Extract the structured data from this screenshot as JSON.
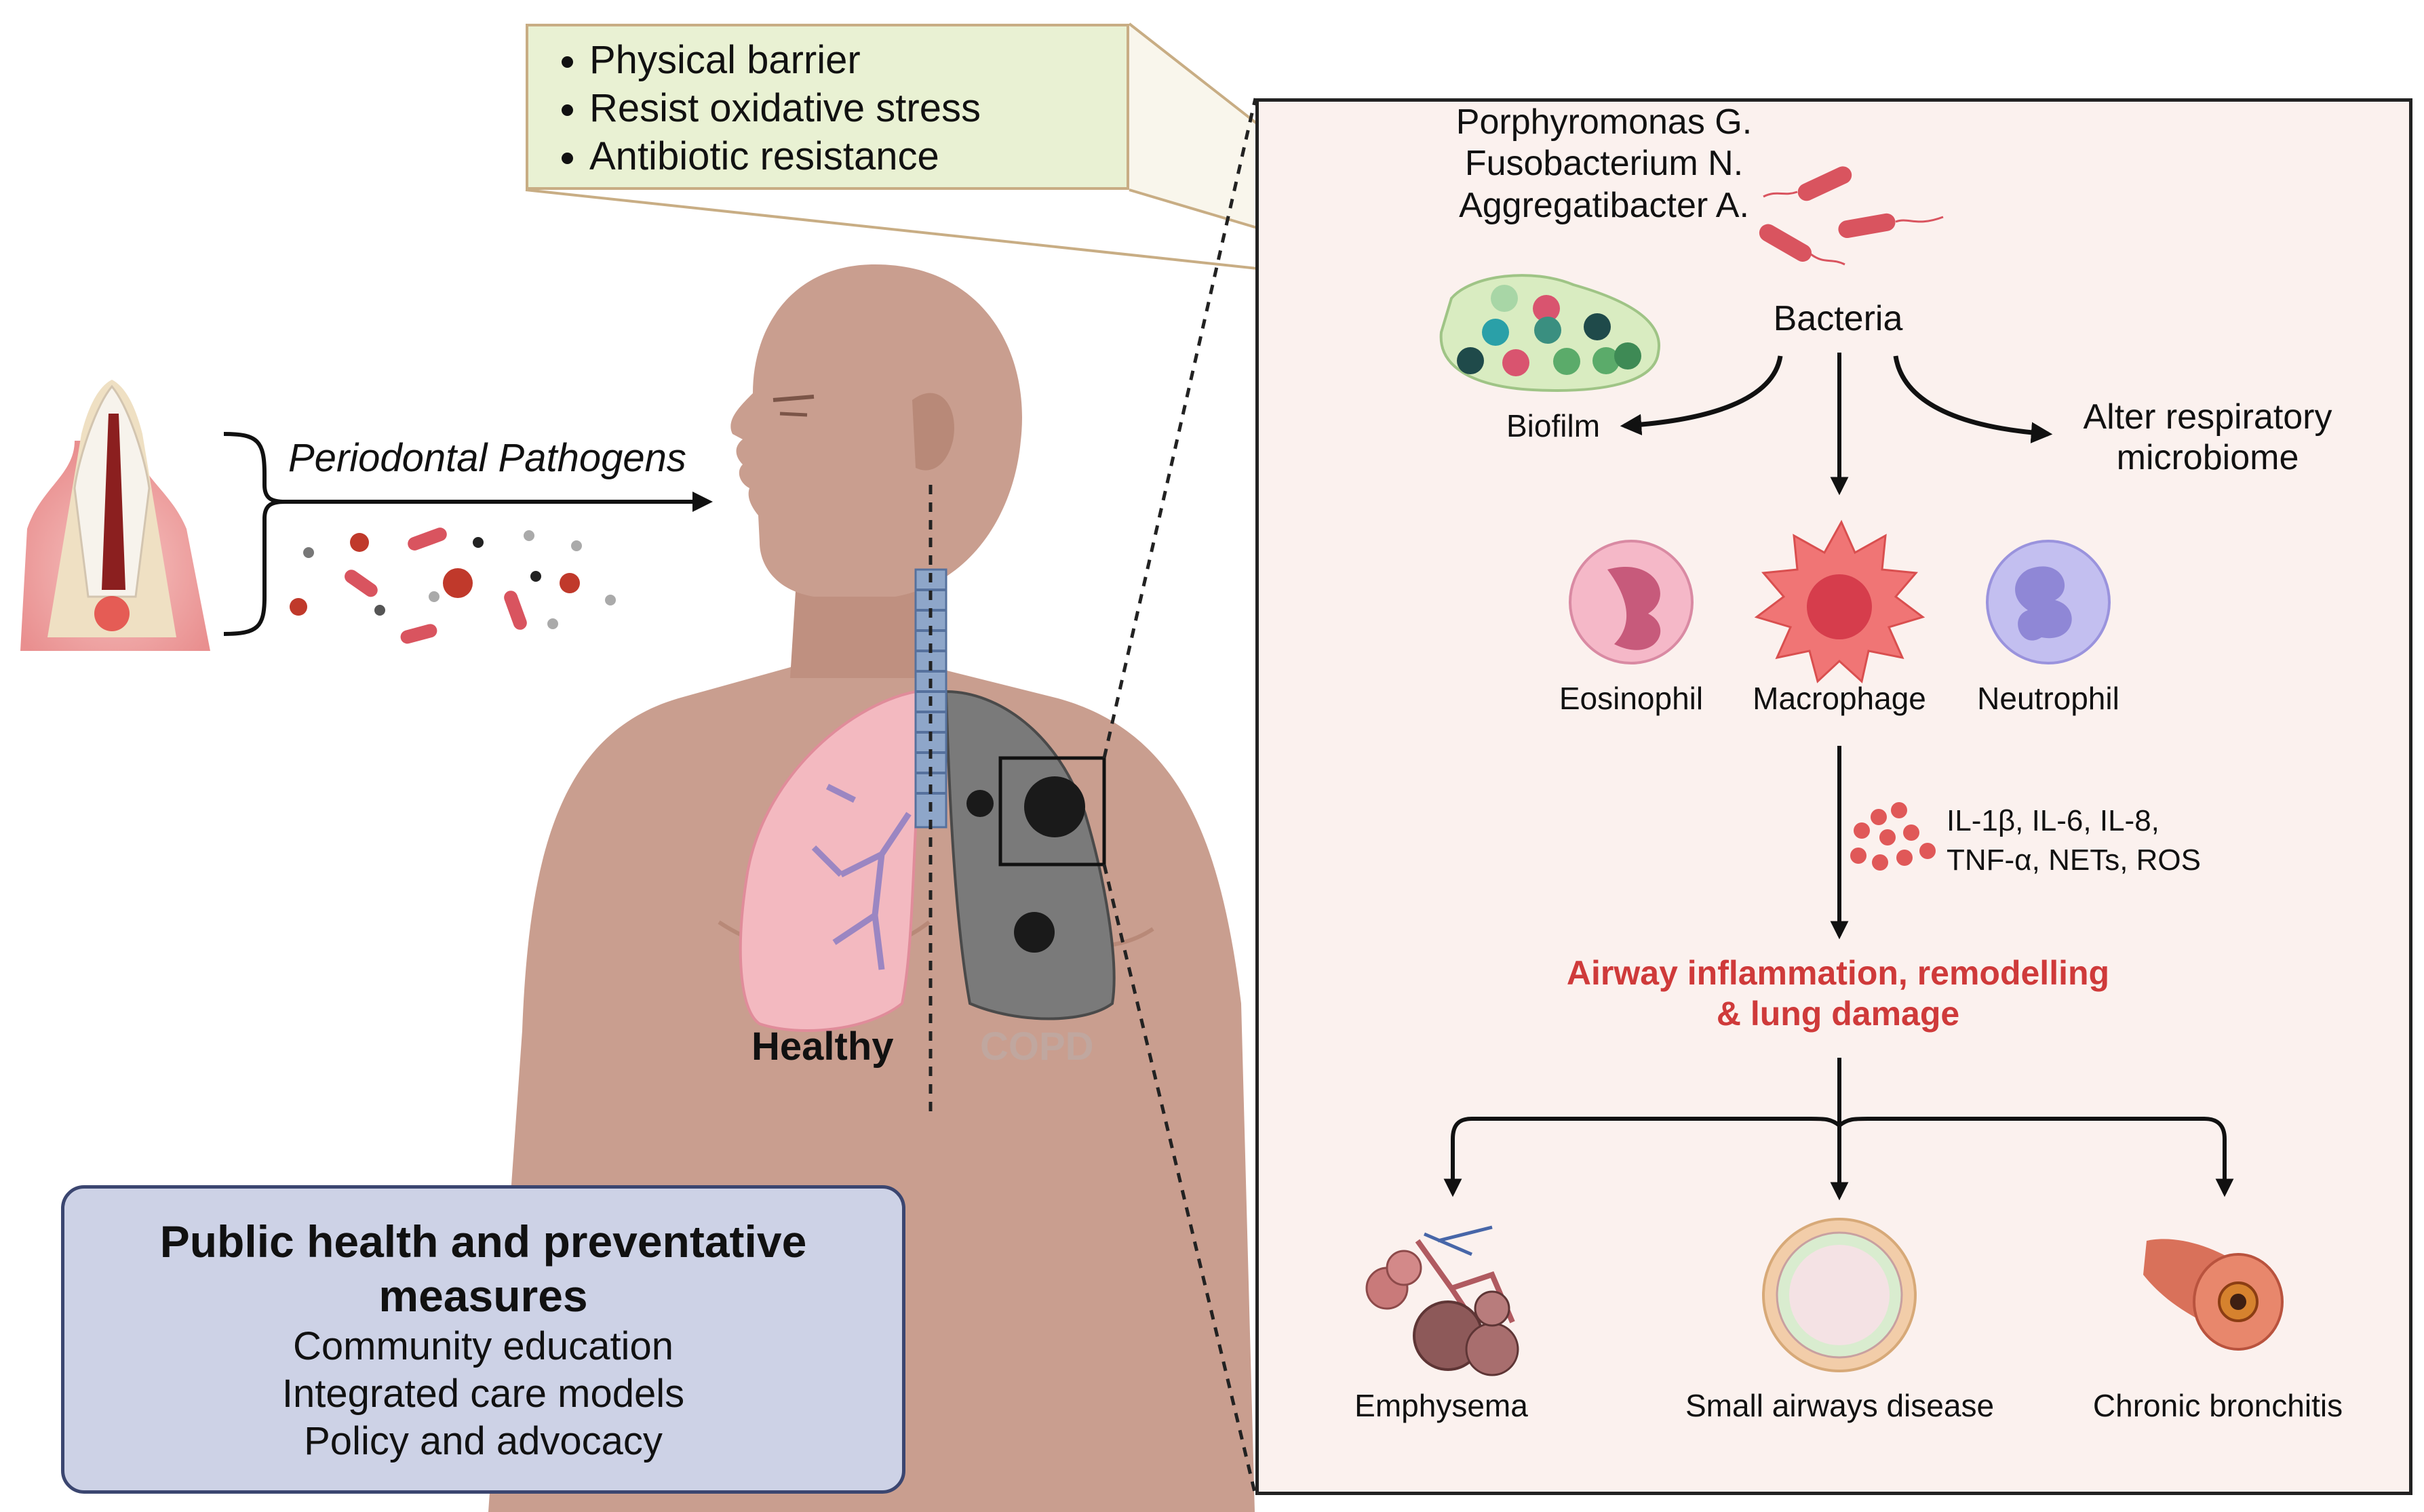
{
  "callout": {
    "items": [
      "Physical barrier",
      "Resist oxidative stress",
      "Antibiotic resistance"
    ]
  },
  "left": {
    "pathogens_label": "Periodontal Pathogens",
    "healthy_label": "Healthy",
    "copd_label": "COPD"
  },
  "public_health": {
    "title": "Public health and preventative measures",
    "items": [
      "Community education",
      "Integrated care models",
      "Policy and advocacy"
    ]
  },
  "panel": {
    "species": [
      "Porphyromonas G.",
      "Fusobacterium N.",
      "Aggregatibacter A."
    ],
    "bacteria_label": "Bacteria",
    "biofilm_label": "Biofilm",
    "microbiome_label": "Alter respiratory microbiome",
    "cells": [
      "Eosinophil",
      "Macrophage",
      "Neutrophil"
    ],
    "mediators": [
      "IL-1β, IL-6, IL-8,",
      "TNF-α, NETs, ROS"
    ],
    "outcome": "Airway inflammation, remodelling & lung damage",
    "diseases": [
      "Emphysema",
      "Small airways disease",
      "Chronic bronchitis"
    ]
  },
  "colors": {
    "skin": "#c99e8f",
    "panel_bg": "#fbf1ee",
    "callout_bg": "#e9f1d3",
    "public_box_bg": "#cdd2e6",
    "outcome_red": "#cf3a3a",
    "bacteria_red": "#d9545f"
  }
}
